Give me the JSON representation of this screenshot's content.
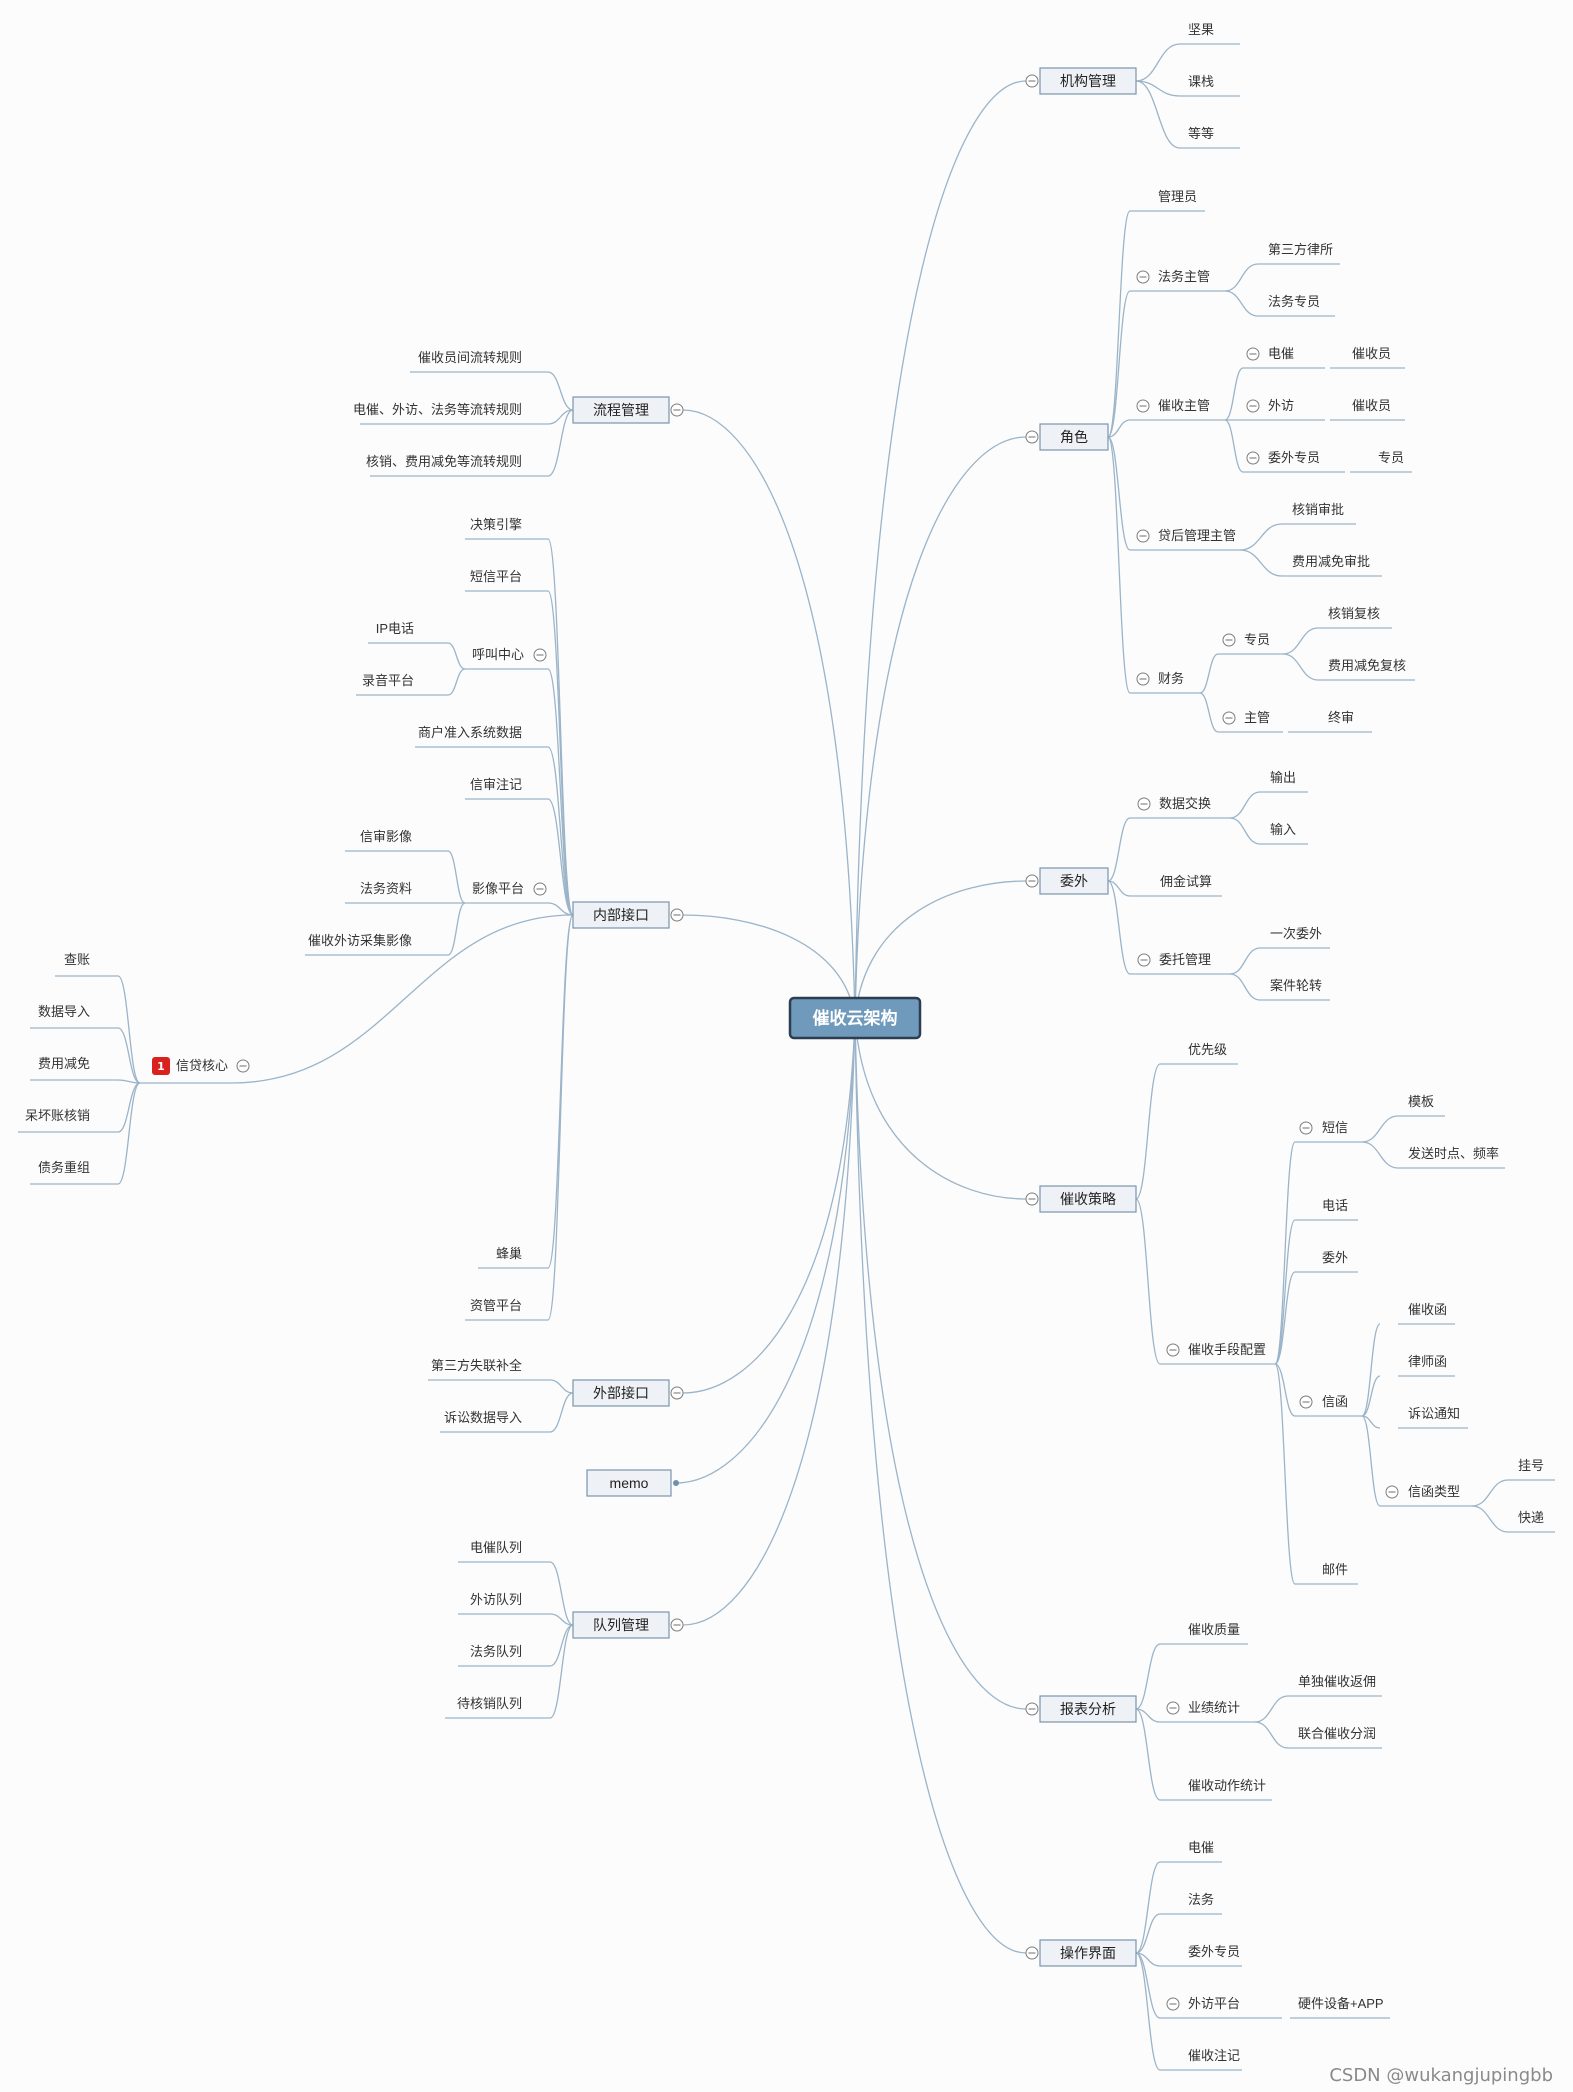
{
  "root": {
    "label": "催收云架构"
  },
  "watermark": "CSDN @wukangjupingbb",
  "colors": {
    "edge": "#9bb4c9",
    "box_fill": "#eef2f6",
    "box_stroke": "#7a96ad",
    "root_fill": "#6f9abb",
    "root_stroke": "#2c3e50",
    "flag": "#d9221e"
  },
  "branches": [
    {
      "label": "机构管理",
      "children": [
        {
          "label": "坚果"
        },
        {
          "label": "课栈"
        },
        {
          "label": "等等"
        }
      ]
    },
    {
      "label": "角色",
      "children": [
        {
          "label": "管理员"
        },
        {
          "label": "法务主管",
          "children": [
            {
              "label": "第三方律所"
            },
            {
              "label": "法务专员"
            }
          ]
        },
        {
          "label": "催收主管",
          "children": [
            {
              "label": "电催",
              "children": [
                {
                  "label": "催收员"
                }
              ]
            },
            {
              "label": "外访",
              "children": [
                {
                  "label": "催收员"
                }
              ]
            },
            {
              "label": "委外专员",
              "children": [
                {
                  "label": "专员"
                }
              ]
            }
          ]
        },
        {
          "label": "贷后管理主管",
          "children": [
            {
              "label": "核销审批"
            },
            {
              "label": "费用减免审批"
            }
          ]
        },
        {
          "label": "财务",
          "children": [
            {
              "label": "专员",
              "children": [
                {
                  "label": "核销复核"
                },
                {
                  "label": "费用减免复核"
                }
              ]
            },
            {
              "label": "主管",
              "children": [
                {
                  "label": "终审"
                }
              ]
            }
          ]
        }
      ]
    },
    {
      "label": "委外",
      "children": [
        {
          "label": "数据交换",
          "children": [
            {
              "label": "输出"
            },
            {
              "label": "输入"
            }
          ]
        },
        {
          "label": "佣金试算"
        },
        {
          "label": "委托管理",
          "children": [
            {
              "label": "一次委外"
            },
            {
              "label": "案件轮转"
            }
          ]
        }
      ]
    },
    {
      "label": "催收策略",
      "children": [
        {
          "label": "优先级"
        },
        {
          "label": "催收手段配置",
          "children": [
            {
              "label": "短信",
              "children": [
                {
                  "label": "模板"
                },
                {
                  "label": "发送时点、频率"
                }
              ]
            },
            {
              "label": "电话"
            },
            {
              "label": "委外"
            },
            {
              "label": "信函",
              "children": [
                {
                  "label": "催收函"
                },
                {
                  "label": "律师函"
                },
                {
                  "label": "诉讼通知"
                },
                {
                  "label": "信函类型",
                  "children": [
                    {
                      "label": "挂号"
                    },
                    {
                      "label": "快递"
                    }
                  ]
                }
              ]
            },
            {
              "label": "邮件"
            }
          ]
        }
      ]
    },
    {
      "label": "报表分析",
      "children": [
        {
          "label": "催收质量"
        },
        {
          "label": "业绩统计",
          "children": [
            {
              "label": "单独催收返佣"
            },
            {
              "label": "联合催收分润"
            }
          ]
        },
        {
          "label": "催收动作统计"
        }
      ]
    },
    {
      "label": "操作界面",
      "children": [
        {
          "label": "电催"
        },
        {
          "label": "法务"
        },
        {
          "label": "委外专员"
        },
        {
          "label": "外访平台",
          "children": [
            {
              "label": "硬件设备+APP"
            }
          ]
        },
        {
          "label": "催收注记"
        }
      ]
    },
    {
      "label": "流程管理",
      "children": [
        {
          "label": "催收员间流转规则"
        },
        {
          "label": "电催、外访、法务等流转规则"
        },
        {
          "label": "核销、费用减免等流转规则"
        }
      ]
    },
    {
      "label": "内部接口",
      "children": [
        {
          "label": "决策引擎"
        },
        {
          "label": "短信平台"
        },
        {
          "label": "呼叫中心",
          "children": [
            {
              "label": "IP电话"
            },
            {
              "label": "录音平台"
            }
          ]
        },
        {
          "label": "商户准入系统数据"
        },
        {
          "label": "信审注记"
        },
        {
          "label": "影像平台",
          "children": [
            {
              "label": "信审影像"
            },
            {
              "label": "法务资料"
            },
            {
              "label": "催收外访采集影像"
            }
          ]
        },
        {
          "label": "信贷核心",
          "children": [
            {
              "label": "查账"
            },
            {
              "label": "数据导入"
            },
            {
              "label": "费用减免"
            },
            {
              "label": "呆坏账核销"
            },
            {
              "label": "债务重组"
            }
          ]
        },
        {
          "label": "蜂巢"
        },
        {
          "label": "资管平台"
        }
      ]
    },
    {
      "label": "外部接口",
      "children": [
        {
          "label": "第三方失联补全"
        },
        {
          "label": "诉讼数据导入"
        }
      ]
    },
    {
      "label": "memo"
    },
    {
      "label": "队列管理",
      "children": [
        {
          "label": "电催队列"
        },
        {
          "label": "外访队列"
        },
        {
          "label": "法务队列"
        },
        {
          "label": "待核销队列"
        }
      ]
    }
  ]
}
